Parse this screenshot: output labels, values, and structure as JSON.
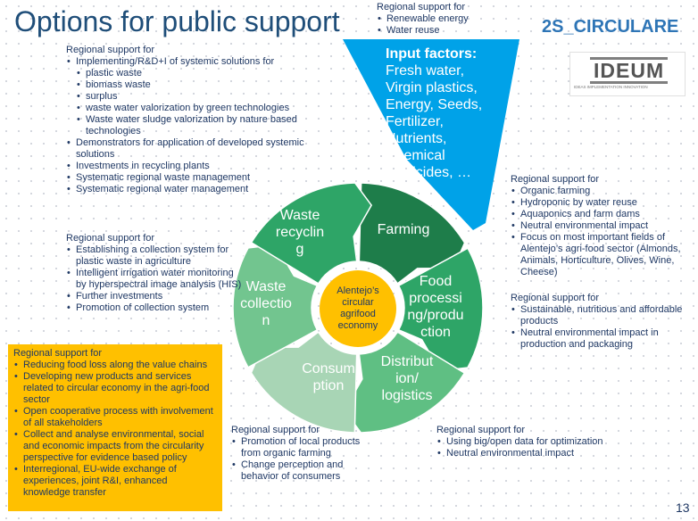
{
  "slide": {
    "title": "Options for public support",
    "project": "2S_CIRCULARE",
    "page_number": "13"
  },
  "logo": {
    "word": "IDEUM",
    "tagline": "IDEAS IMPLEMENTATION INNOVATION"
  },
  "top_support": {
    "heading": "Regional support for",
    "items": [
      "Renewable energy",
      "Water reuse"
    ]
  },
  "input_factors": {
    "label": "Input factors:",
    "items": [
      "Fresh water,",
      "Virgin plastics,",
      "Energy, Seeds,",
      "Fertilizer,",
      "Nutrients,",
      "Chemical",
      "pesticides, …"
    ]
  },
  "cycle": {
    "center": [
      "Alentejo’s",
      "circular",
      "agrifood",
      "economy"
    ],
    "segments": [
      {
        "lines": [
          "Farming"
        ],
        "color": "#1e7d4a"
      },
      {
        "lines": [
          "Food",
          "processi",
          "ng/produ",
          "ction"
        ],
        "color": "#2ea567"
      },
      {
        "lines": [
          "Distribut",
          "ion/",
          "logistics"
        ],
        "color": "#5fbf83"
      },
      {
        "lines": [
          "Consum",
          "ption"
        ],
        "color": "#a8d5b5"
      },
      {
        "lines": [
          "Waste",
          "collectio",
          "n"
        ],
        "color": "#72c58f"
      },
      {
        "lines": [
          "Waste",
          "recyclin",
          "g"
        ],
        "color": "#2ea567"
      }
    ]
  },
  "blocks": {
    "topleft": {
      "heading": "Regional support for",
      "items": [
        {
          "text": "Implementing/R&D+I of systemic solutions for",
          "level": 1
        },
        {
          "text": "plastic waste",
          "level": 2
        },
        {
          "text": "biomass waste",
          "level": 2
        },
        {
          "text": "surplus",
          "level": 2
        },
        {
          "text": "waste water valorization  by green technologies",
          "level": 2
        },
        {
          "text": "Waste water sludge valorization by nature based technologies",
          "level": 2
        },
        {
          "text": "Demonstrators for application of developed systemic solutions",
          "level": 1
        },
        {
          "text": "Investments in recycling plants",
          "level": 1
        },
        {
          "text": "Systematic regional waste management",
          "level": 1
        },
        {
          "text": "Systematic regional water management",
          "level": 1
        }
      ]
    },
    "midleft": {
      "heading": "Regional support for",
      "items": [
        "Establishing a collection system for plastic waste in agriculture",
        "Intelligent irrigation water monitoring by hyperspectral image analysis (HIS)",
        "Further investments",
        "Promotion of collection system"
      ]
    },
    "yellow": {
      "heading": "Regional support for",
      "items": [
        "Reducing food loss along the value chains",
        "Developing new products and services related to circular economy in the agri-food sector",
        "Open cooperative process with involvement of all stakeholders",
        "Collect and analyse environmental, social and economic impacts from the circularity perspective for evidence based policy",
        "Interregional, EU-wide exchange of experiences, joint R&I, enhanced knowledge transfer"
      ]
    },
    "farm": {
      "heading": "Regional support for",
      "items": [
        "Organic farming",
        "Hydroponic by water reuse",
        "Aquaponics and farm dams",
        "Neutral environmental impact",
        "Focus on most important fields of Alentejo’s agri-food sector (Almonds, Animals, Horticulture, Olives, Wine, Cheese)"
      ]
    },
    "food": {
      "heading": "Regional support for",
      "items": [
        "Sustainable, nutritious and affordable products",
        "Neutral environmental impact in production and packaging"
      ]
    },
    "bottom": {
      "heading": "Regional support for",
      "items": [
        "Promotion of local products from organic farming",
        "Change perception and behavior of consumers"
      ]
    },
    "bottomright": {
      "heading": "Regional support for",
      "items": [
        "Using big/open data for optimization",
        "Neutral environmental impact"
      ]
    }
  }
}
